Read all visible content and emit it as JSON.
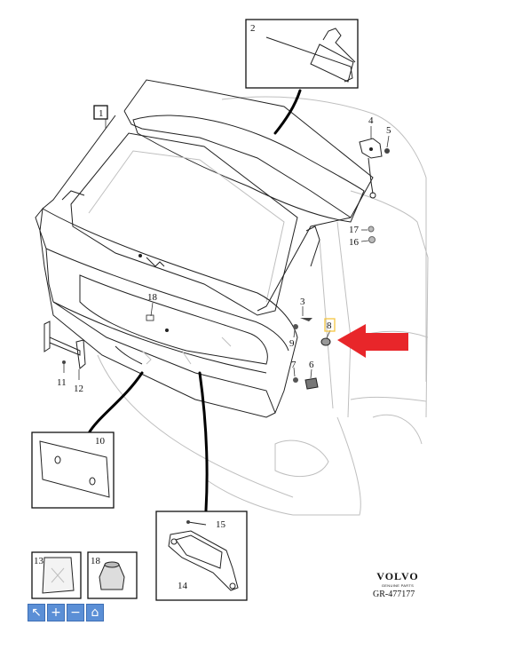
{
  "callouts": {
    "c1": "1",
    "c2": "2",
    "c3": "3",
    "c4": "4",
    "c5": "5",
    "c6": "6",
    "c7": "7",
    "c8": "8",
    "c9": "9",
    "c10": "10",
    "c11": "11",
    "c12": "12",
    "c13": "13",
    "c14": "14",
    "c15": "15",
    "c16": "16",
    "c17": "17",
    "c18a": "18",
    "c18b": "18"
  },
  "brand": {
    "name": "VOLVO",
    "subtitle": "GENUINE PARTS"
  },
  "reference": "GR-477177",
  "toolbar": {
    "icons": [
      "pointer-icon",
      "zoom-in-icon",
      "zoom-out-icon",
      "home-icon"
    ],
    "glyphs": {
      "pointer": "↖",
      "zoom_in": "+",
      "zoom_out": "−",
      "home": "⌂"
    },
    "color": "#5b8fd6"
  },
  "colors": {
    "highlight_arrow": "#e8262a",
    "highlight_box": "#f5c542",
    "ink": "#222222",
    "ghost": "#bfbfbf"
  }
}
